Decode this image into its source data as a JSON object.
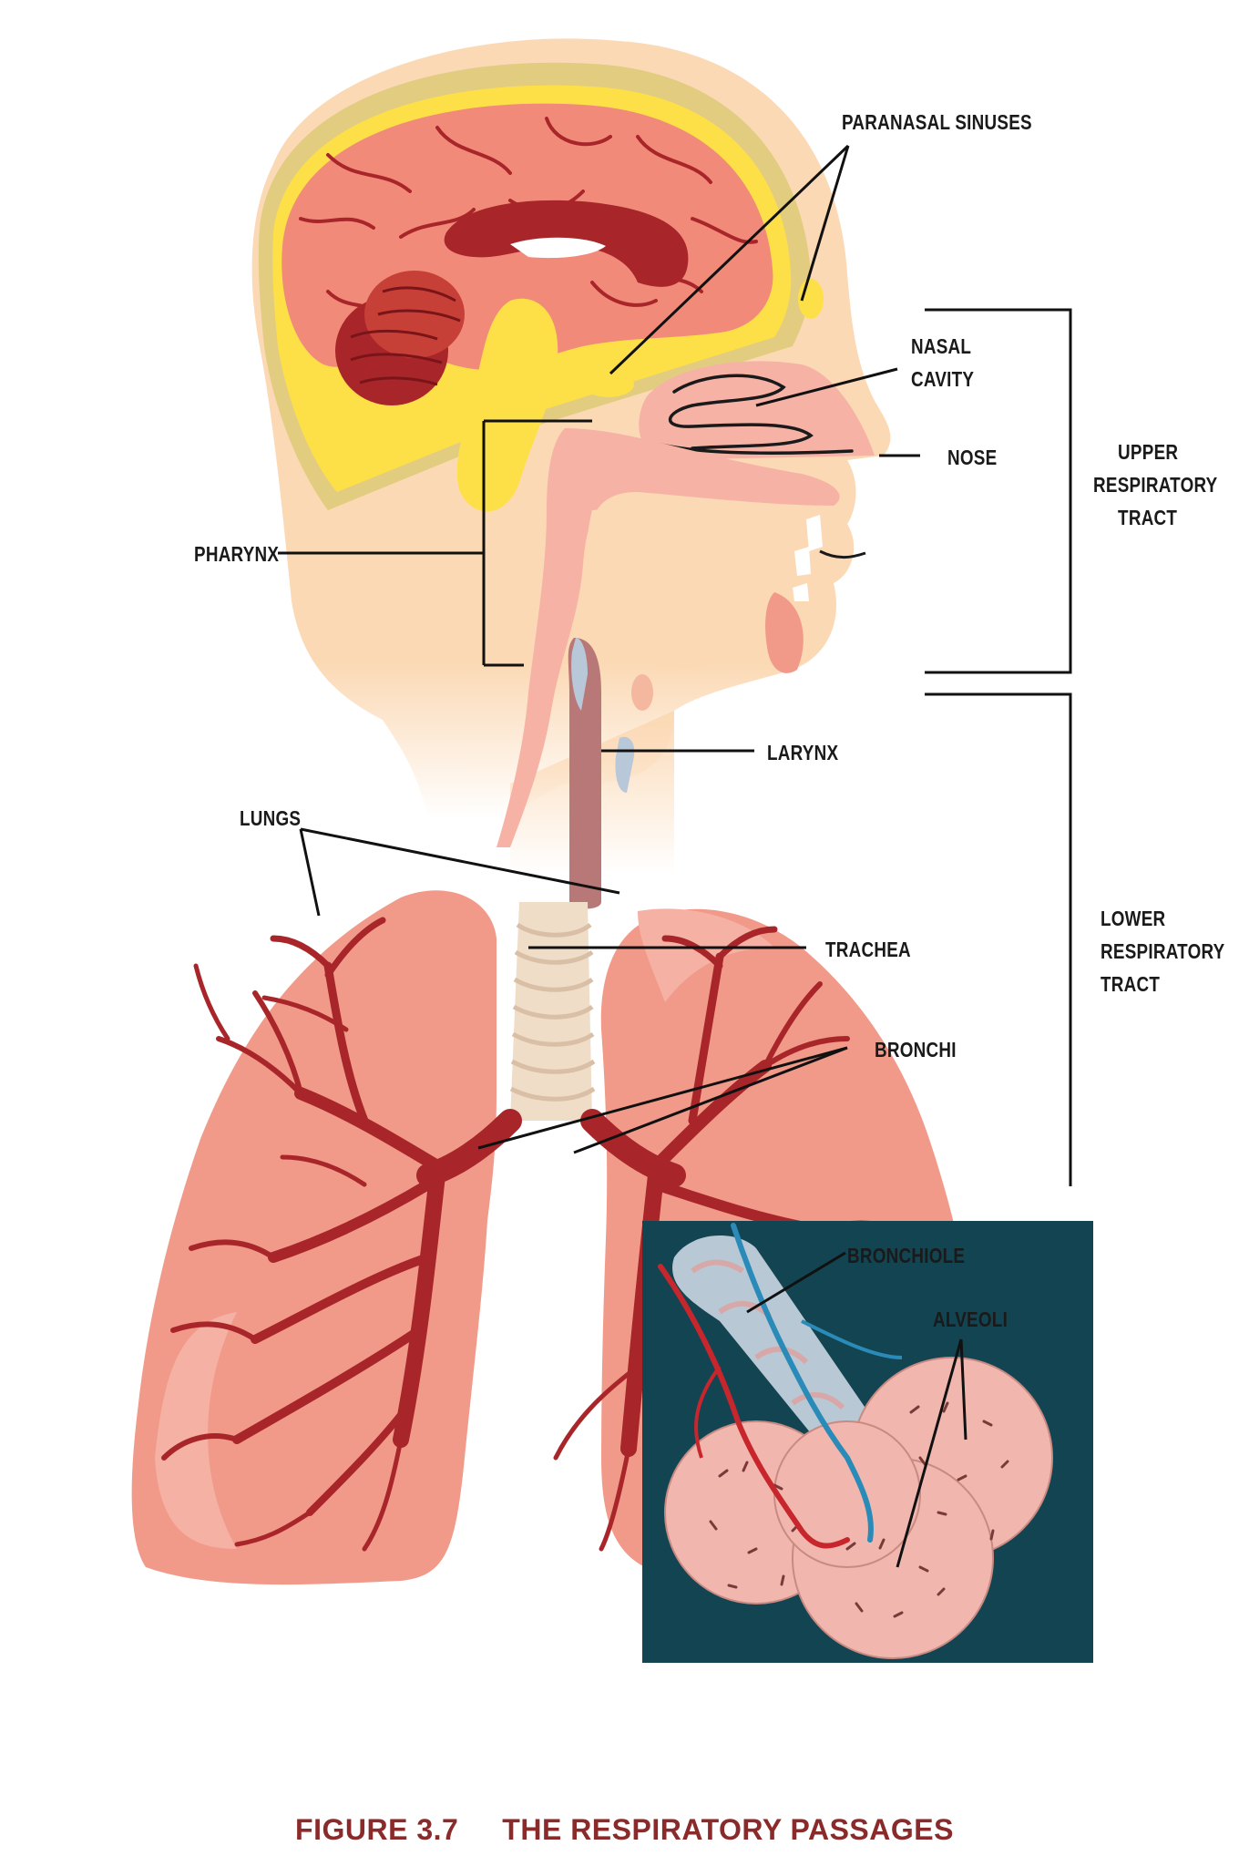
{
  "labels": {
    "paranasal_sinuses": "PARANASAL SINUSES",
    "nasal_cavity": [
      "NASAL",
      "CAVITY"
    ],
    "nose": "NOSE",
    "pharynx": "PHARYNX",
    "larynx": "LARYNX",
    "lungs": "LUNGS",
    "trachea": "TRACHEA",
    "bronchi": "BRONCHI",
    "bronchiole": "BRONCHIOLE",
    "alveoli": "ALVEOLI",
    "upper_tract": [
      "UPPER",
      "RESPIRATORY",
      "TRACT"
    ],
    "lower_tract": [
      "LOWER",
      "RESPIRATORY",
      "TRACT"
    ]
  },
  "caption": {
    "figure": "FIGURE 3.7",
    "title": "THE RESPIRATORY PASSAGES"
  },
  "colors": {
    "skin": "#fbd9b5",
    "brain": "#f28a7a",
    "brain_dark": "#a8262a",
    "lung": "#f29a8a",
    "lung_shade": "#f5b1a3",
    "airway_pink": "#f7b2a6",
    "vessel_red": "#c8262d",
    "vessel_blue": "#2a8ab8",
    "inset_bg": "#134451",
    "caption": "#8a2a2a"
  }
}
